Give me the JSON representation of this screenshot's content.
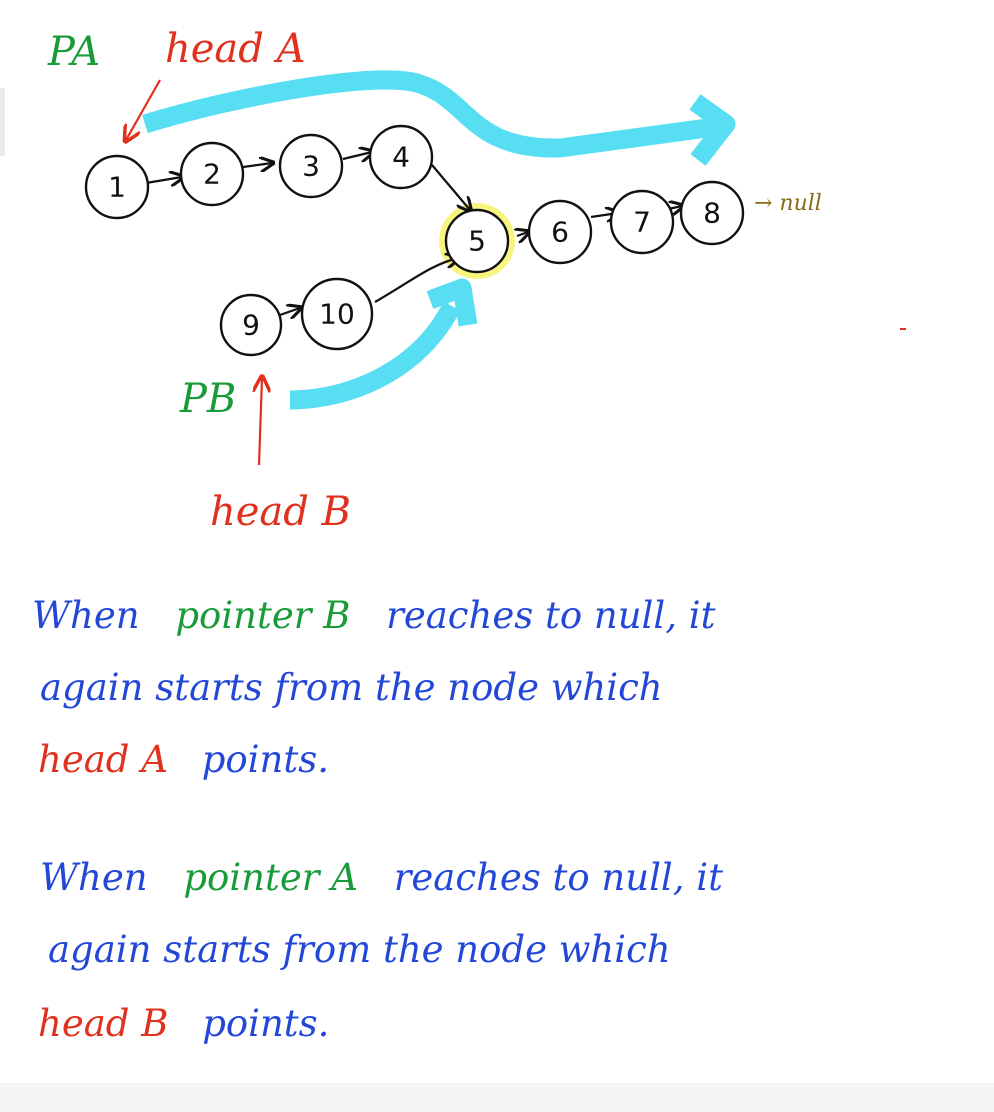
{
  "colors": {
    "pointer": "#1a9b3a",
    "head": "#e0301e",
    "note_text": "#2348d8",
    "flow_arrow": "#57def2",
    "highlight": "#f5ee3c",
    "null": "#8a6a14",
    "ink": "#111111"
  },
  "labels": {
    "pa": "PA",
    "head_a": "head A",
    "pb": "PB",
    "head_b": "head B",
    "null": "→ null"
  },
  "list_a": [
    "1",
    "2",
    "3",
    "4"
  ],
  "list_b": [
    "9",
    "10"
  ],
  "shared": [
    "5",
    "6",
    "7",
    "8"
  ],
  "intersection_node": "5",
  "notes": [
    {
      "line1_pre": "When",
      "line1_ptr": "pointer B",
      "line1_post": "reaches to null, it",
      "line2": "again starts from the node which",
      "line3_head": "head A",
      "line3_post": "points."
    },
    {
      "line1_pre": "When",
      "line1_ptr": "pointer A",
      "line1_post": "reaches to null, it",
      "line2": "again starts from the node which",
      "line3_head": "head B",
      "line3_post": "points."
    }
  ]
}
